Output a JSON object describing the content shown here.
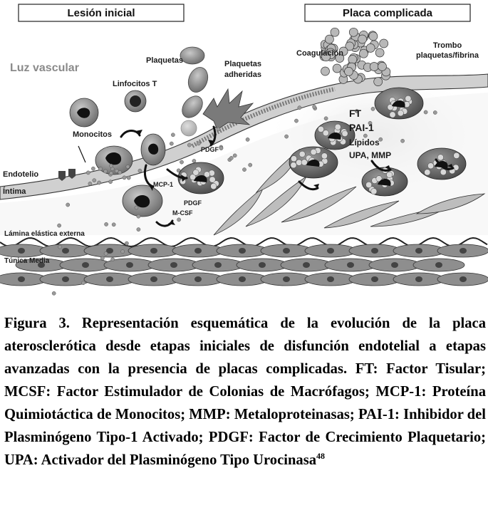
{
  "figure": {
    "header_left": "Lesión inicial",
    "header_right": "Placa complicada",
    "labels": {
      "luz_vascular": "Luz vascular",
      "plaquetas": "Plaquetas",
      "plaquetas_adheridas_1": "Plaquetas",
      "plaquetas_adheridas_2": "adheridas",
      "coagulacion": "Coagulación",
      "trombo_1": "Trombo",
      "trombo_2": "plaquetas/fibrina",
      "linfocitos": "Linfocitos T",
      "monocitos": "Monocitos",
      "endotelio": "Endotelio",
      "intima": "Íntima",
      "pdgf_1": "PDGF",
      "pdgf_2": "PDGF",
      "mcp1": "MCP-1",
      "mcsf": "M-CSF",
      "ft": "FT",
      "pai1": "PAI-1",
      "lipidos": "Lípidos",
      "upa_mmp": "UPA, MMP",
      "lamina": "Lámina elástica externa",
      "tunica": "Túnica Media"
    }
  },
  "caption": {
    "text": "Figura 3. Representación esquemática de la evolución de la placa aterosclerótica desde etapas iniciales de disfunción endotelial a etapas avanzadas con la presencia de placas complicadas. FT: Factor Tisular; MCSF: Factor Estimulador de Colonias de Macrófagos; MCP-1: Proteína Quimiotáctica de Monocitos; MMP: Metaloproteinasas; PAI-1: Inhibidor del Plasminógeno Tipo-1 Activado; PDGF: Factor de Crecimiento Plaquetario; UPA: Activador del Plasminógeno Tipo Urocinasa",
    "reference": "48"
  }
}
